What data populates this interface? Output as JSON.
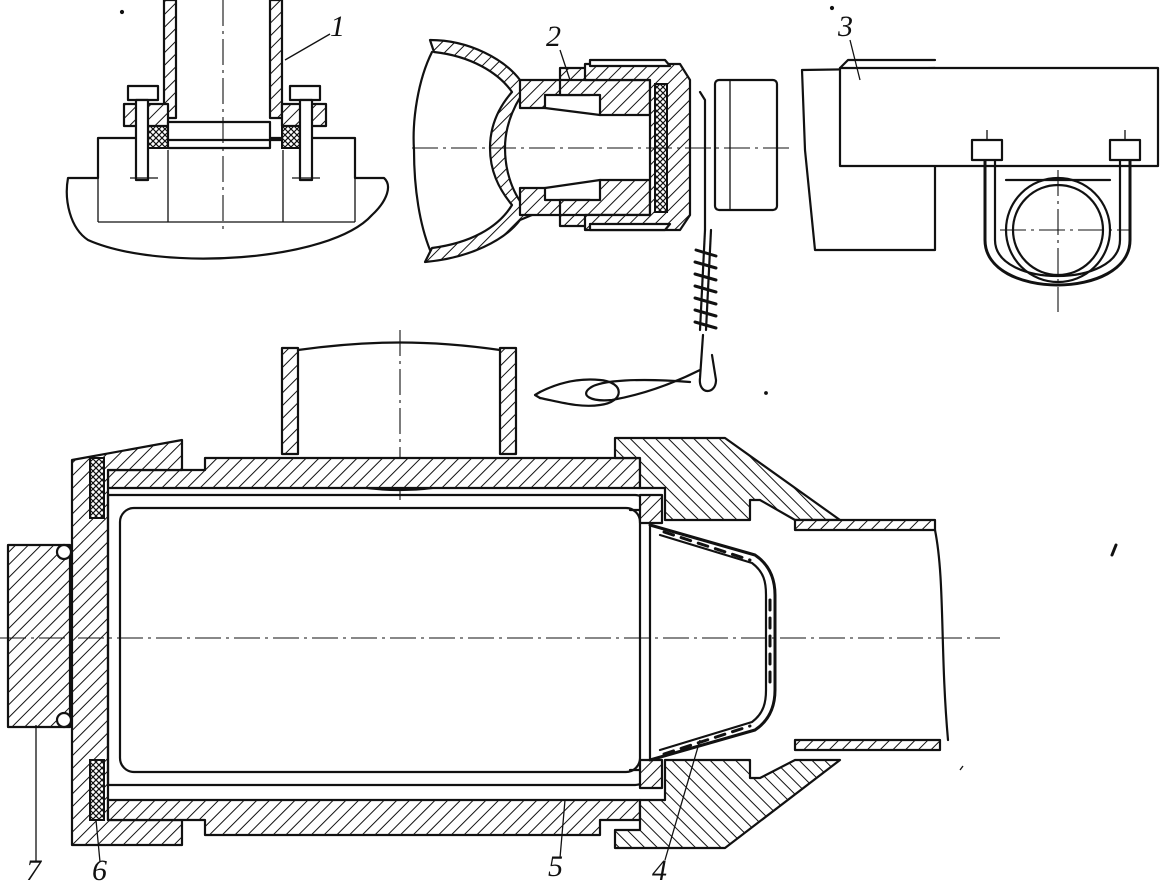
{
  "figure": {
    "callouts": {
      "c1": "1",
      "c2": "2",
      "c3": "3",
      "c4": "4",
      "c5": "5",
      "c6": "6",
      "c7": "7"
    }
  }
}
